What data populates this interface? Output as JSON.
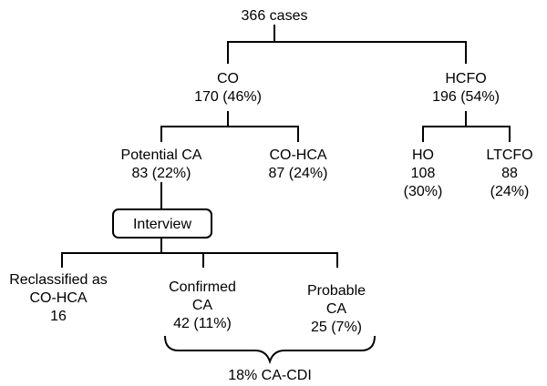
{
  "nodes": {
    "root": {
      "lines": [
        "366 cases"
      ]
    },
    "co": {
      "lines": [
        "CO",
        "170 (46%)"
      ]
    },
    "hcfo": {
      "lines": [
        "HCFO",
        "196 (54%)"
      ]
    },
    "potential": {
      "lines": [
        "Potential CA",
        "83 (22%)"
      ]
    },
    "cohca": {
      "lines": [
        "CO-HCA",
        "87 (24%)"
      ]
    },
    "ho": {
      "lines": [
        "HO",
        "108",
        "(30%)"
      ]
    },
    "ltcfo": {
      "lines": [
        "LTCFO",
        "88",
        "(24%)"
      ]
    },
    "interview": {
      "lines": [
        "Interview"
      ]
    },
    "reclass": {
      "lines": [
        "Reclassified as",
        "CO-HCA",
        "16"
      ]
    },
    "confirmed": {
      "lines": [
        "Confirmed",
        "CA",
        "42 (11%)"
      ]
    },
    "probable": {
      "lines": [
        "Probable",
        "CA",
        "25 (7%)"
      ]
    },
    "summary": {
      "lines": [
        "18% CA-CDI"
      ]
    }
  },
  "colors": {
    "line": "#000000",
    "text": "#000000",
    "background": "#ffffff"
  }
}
